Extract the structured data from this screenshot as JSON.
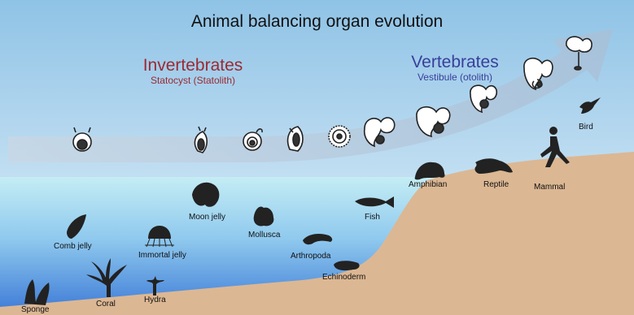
{
  "title": "Animal balancing organ evolution",
  "groups": {
    "invertebrates": {
      "name": "Invertebrates",
      "organ": "Statocyst (Statolith)",
      "color": "#9b2a33"
    },
    "vertebrates": {
      "name": "Vertebrates",
      "organ": "Vestibule (otolith)",
      "color": "#3a3f9a"
    }
  },
  "animals": {
    "sponge": "Sponge",
    "coral": "Coral",
    "hydra": "Hydra",
    "comb_jelly": "Comb jelly",
    "immortal_jelly": "Immortal jelly",
    "moon_jelly": "Moon jelly",
    "mollusca": "Mollusca",
    "arthropoda": "Arthropoda",
    "echinoderm": "Echinoderm",
    "fish": "Fish",
    "amphibian": "Amphibian",
    "reptile": "Reptile",
    "mammal": "Mammal",
    "bird": "Bird"
  },
  "colors": {
    "sky_top": "#8fc3e6",
    "sky_bottom": "#e6f2fa",
    "sea_top": "#bfeaf3",
    "sea_bottom": "#3f7fd9",
    "land": "#dcb793",
    "arrow": "#b9cadb",
    "silhouette": "#222222"
  }
}
